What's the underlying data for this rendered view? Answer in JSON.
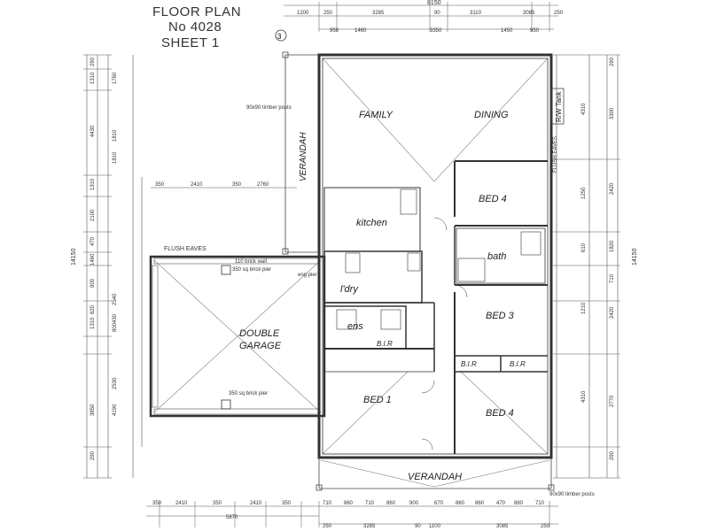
{
  "title": {
    "line1": "FLOOR PLAN",
    "line2": "No 4028",
    "line3": "SHEET  1"
  },
  "section_marker": "3",
  "rooms": {
    "family": "FAMILY",
    "dining": "DINING",
    "bed4_top": "BED  4",
    "kitchen": "kitchen",
    "bath": "bath",
    "ldry": "l'dry",
    "ens": "ens",
    "bir": "B.I.R",
    "bed3": "BED 3",
    "garage_1": "DOUBLE",
    "garage_2": "GARAGE",
    "bed1": "BED 1",
    "bed4_bottom": "BED 4",
    "verandah_side": "VERANDAH",
    "verandah_bottom": "VERANDAH",
    "rw_tank": "R/W Tank"
  },
  "notes": {
    "timber_posts": "90x90 timber posts",
    "flush_eaves_left": "FLUSH EAVES",
    "flush_eaves_right": "FLUSH EAVES",
    "brick_wall": "110 brick wall",
    "brick_pier_1": "350 sq brick pier",
    "brick_pier_2": "350 sq brick pier",
    "eng_pier": "eng pier",
    "post_90": "90x90 timber posts"
  },
  "dims": {
    "top_total": "8150",
    "top_row1": [
      "1200",
      "250",
      "3285",
      "90",
      "3110",
      "3085",
      "250"
    ],
    "top_row2": [
      "950",
      "1460",
      "3350",
      "1450",
      "950"
    ],
    "left_outer": [
      "290",
      "1310",
      "4430",
      "1310",
      "2100",
      "470",
      "1460",
      "900",
      "620",
      "1310",
      "3850",
      "290"
    ],
    "left_inner": [
      "1760",
      "1810",
      "1810",
      "2540",
      "430",
      "800",
      "2530",
      "4190"
    ],
    "left_total": "14150",
    "right_outer": [
      "290",
      "3300",
      "2420",
      "1820",
      "710",
      "2420",
      "2770",
      "290"
    ],
    "right_inner": [
      "4310",
      "1250",
      "610",
      "1210",
      "4310"
    ],
    "right_total": "14150",
    "mid_row": [
      "350",
      "2410",
      "350",
      "2760"
    ],
    "bottom_row1": [
      "350",
      "2410",
      "350",
      "2410",
      "350",
      "710",
      "860",
      "710",
      "860",
      "900",
      "670",
      "860",
      "860",
      "470",
      "860",
      "710"
    ],
    "bottom_row2": [
      "5870"
    ],
    "bottom_row3": [
      "250",
      "3285",
      "90",
      "1100",
      "3085",
      "250"
    ]
  }
}
